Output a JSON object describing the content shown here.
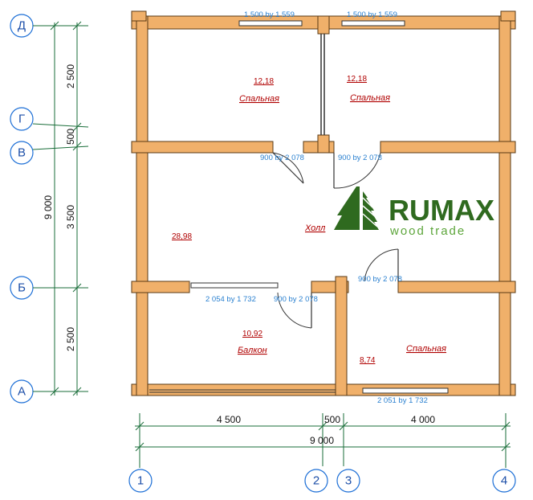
{
  "axes_letters": [
    "Д",
    "Г",
    "В",
    "Б",
    "А"
  ],
  "axes_numbers": [
    "1",
    "2",
    "3",
    "4"
  ],
  "dims_left_outer": "9 000",
  "dims_left": [
    "2 500",
    "500",
    "3 500",
    "2 500"
  ],
  "dims_bottom": [
    "4 500",
    "500",
    "4 000"
  ],
  "dims_bottom_total": "9 000",
  "windows": [
    "1 500 by 1 559",
    "1 500 by 1 559",
    "2 054 by 1 732",
    "2 051 by 1 732"
  ],
  "doors": [
    "900 by 2 078",
    "900 by 2 078",
    "900 by 2 078",
    "900 by 2 078"
  ],
  "rooms": [
    {
      "name": "Спальная",
      "area": "12,18"
    },
    {
      "name": "Спальная",
      "area": "12,18"
    },
    {
      "name": "Холл",
      "area": "28,98"
    },
    {
      "name": "Балкон",
      "area": "10,92"
    },
    {
      "name": "Спальная",
      "area": "8,74"
    }
  ],
  "logo": {
    "main": "RUMAX",
    "sub": "wood trade"
  },
  "colors": {
    "wall": "#f0b06a",
    "axis": "#1d6fd6",
    "logo": "#2f6a1f",
    "room_text": "#b00000",
    "window_label": "#2a80d0"
  }
}
